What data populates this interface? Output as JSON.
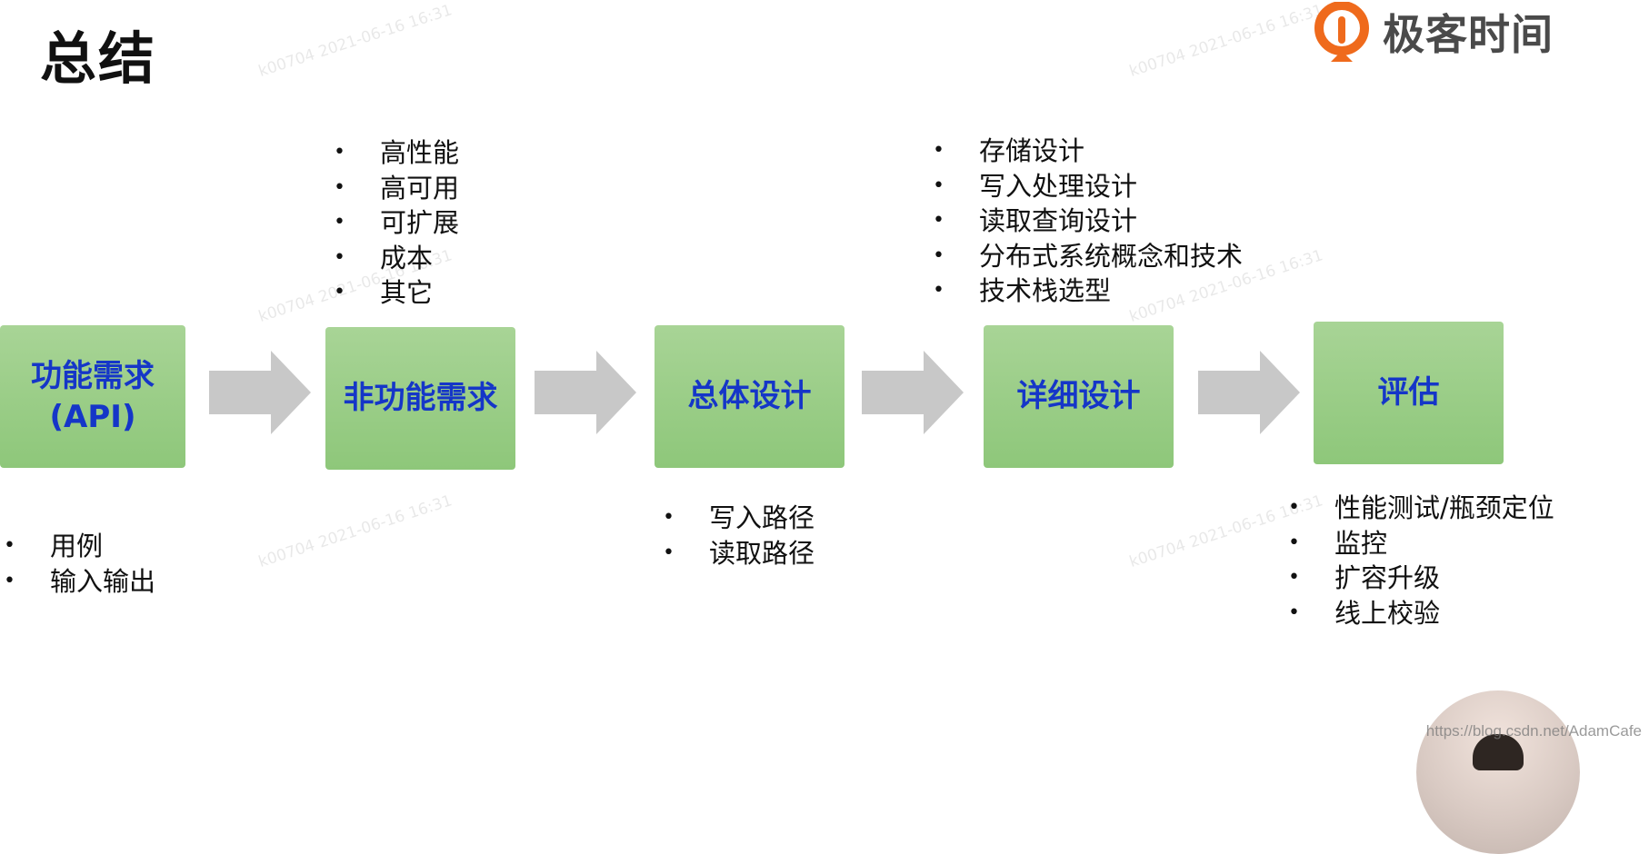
{
  "slide": {
    "title": "总结",
    "brand": "极客时间",
    "watermark": "k00704 2021-06-16 16:31",
    "footer_url": "https://blog.csdn.net/AdamCafe"
  },
  "stages": [
    {
      "label_lines": [
        "功能需求",
        "(API)"
      ]
    },
    {
      "label_lines": [
        "非功能需求"
      ]
    },
    {
      "label_lines": [
        "总体设计"
      ]
    },
    {
      "label_lines": [
        "详细设计"
      ]
    },
    {
      "label_lines": [
        "评估"
      ]
    }
  ],
  "notes": {
    "functional": [
      "用例",
      "输入输出"
    ],
    "non_functional": [
      "高性能",
      "高可用",
      "可扩展",
      "成本",
      "其它"
    ],
    "overall": [
      "写入路径",
      "读取路径"
    ],
    "detailed": [
      "存储设计",
      "写入处理设计",
      "读取查询设计",
      "分布式系统概念和技术",
      "技术栈选型"
    ],
    "evaluation": [
      "性能测试/瓶颈定位",
      "监控",
      "扩容升级",
      "线上校验"
    ]
  },
  "colors": {
    "box_fill": "#9ccd88",
    "box_text": "#1536c8",
    "arrow": "#c8c8c8",
    "brand_orange": "#ef6a1c"
  }
}
